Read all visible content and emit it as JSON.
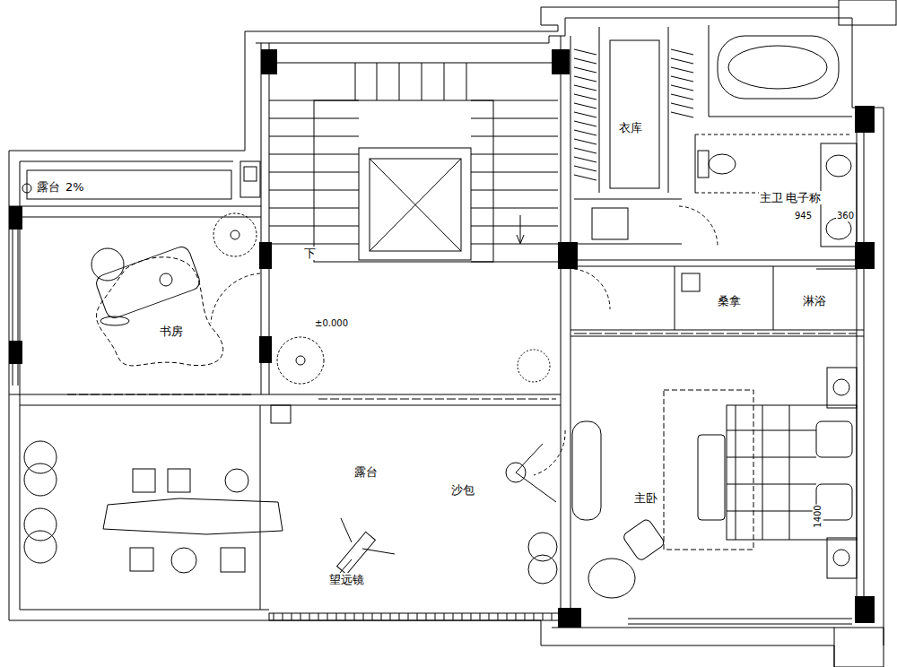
{
  "diagram": {
    "labels": [
      "露台",
      "2%",
      "书房",
      "下",
      "±0.000",
      "衣库",
      "主卫",
      "电子称",
      "945",
      "360",
      "桑拿",
      "淋浴",
      "露台",
      "沙包",
      "主卧",
      "望远镜",
      "1400"
    ]
  }
}
